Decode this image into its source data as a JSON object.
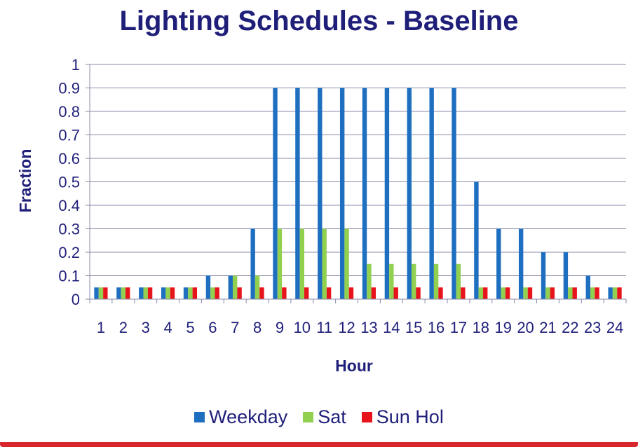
{
  "chart_data": {
    "type": "bar",
    "title": "Lighting Schedules - Baseline",
    "xlabel": "Hour",
    "ylabel": "Fraction",
    "ylim": [
      0,
      1
    ],
    "yticks": [
      "0",
      "0.1",
      "0.2",
      "0.3",
      "0.4",
      "0.5",
      "0.6",
      "0.7",
      "0.8",
      "0.9",
      "1"
    ],
    "grid": true,
    "legend_position": "bottom",
    "categories": [
      "1",
      "2",
      "3",
      "4",
      "5",
      "6",
      "7",
      "8",
      "9",
      "10",
      "11",
      "12",
      "13",
      "14",
      "15",
      "16",
      "17",
      "18",
      "19",
      "20",
      "21",
      "22",
      "23",
      "24"
    ],
    "series": [
      {
        "name": "Weekday",
        "color": "#1f6fc1",
        "values": [
          0.05,
          0.05,
          0.05,
          0.05,
          0.05,
          0.1,
          0.1,
          0.3,
          0.9,
          0.9,
          0.9,
          0.9,
          0.9,
          0.9,
          0.9,
          0.9,
          0.9,
          0.5,
          0.3,
          0.3,
          0.2,
          0.2,
          0.1,
          0.05
        ]
      },
      {
        "name": "Sat",
        "color": "#92d050",
        "values": [
          0.05,
          0.05,
          0.05,
          0.05,
          0.05,
          0.05,
          0.1,
          0.1,
          0.3,
          0.3,
          0.3,
          0.3,
          0.15,
          0.15,
          0.15,
          0.15,
          0.15,
          0.05,
          0.05,
          0.05,
          0.05,
          0.05,
          0.05,
          0.05
        ]
      },
      {
        "name": "Sun Hol",
        "color": "#e8141c",
        "values": [
          0.05,
          0.05,
          0.05,
          0.05,
          0.05,
          0.05,
          0.05,
          0.05,
          0.05,
          0.05,
          0.05,
          0.05,
          0.05,
          0.05,
          0.05,
          0.05,
          0.05,
          0.05,
          0.05,
          0.05,
          0.05,
          0.05,
          0.05,
          0.05
        ]
      }
    ]
  },
  "colors": {
    "title": "#1f1f7a",
    "axis_text": "#1f1f7a",
    "grid": "#8a8aa8",
    "frame_border": "#d9262c"
  }
}
